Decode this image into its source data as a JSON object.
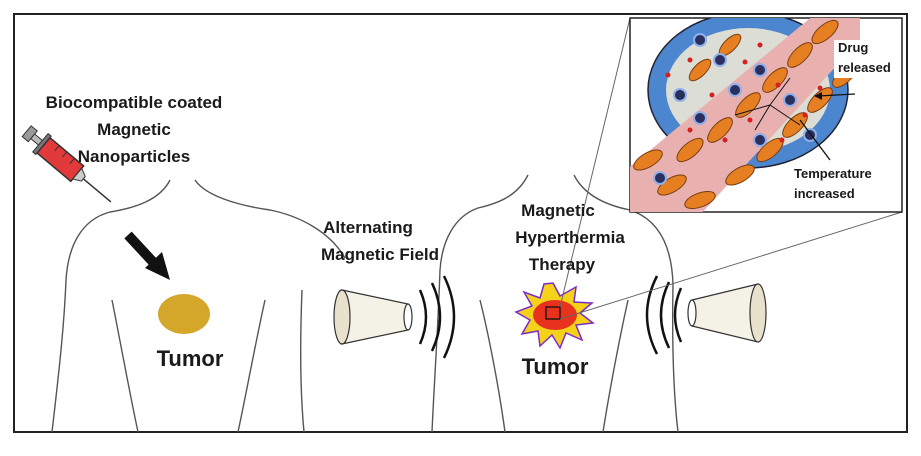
{
  "labels": {
    "nanoparticles": [
      "Biocompatible coated",
      "Magnetic",
      "Nanoparticles"
    ],
    "tumor_left": "Tumor",
    "tumor_right": "Tumor",
    "alternating_field": [
      "Alternating",
      "Magnetic Field"
    ],
    "hyperthermia": [
      "Magnetic",
      "Hyperthermia",
      "Therapy"
    ],
    "drug_released": [
      "Drug",
      "released"
    ],
    "temperature_increased": [
      "Temperature",
      "increased"
    ]
  },
  "colors": {
    "tumor_left": "#d4a62a",
    "tumor_right_core": "#e8321e",
    "tumor_right_burst": "#f5d21a",
    "burst_outline": "#7b2cc9",
    "syringe_body": "#e23a3a",
    "inset_fluid": "#4c86cf",
    "vessel": "#e9b0b0",
    "cell": "#e67e22",
    "nanoparticle": "#d62020"
  },
  "icons": [
    "syringe-icon",
    "arrow-down-right-icon",
    "coil-left-icon",
    "coil-right-icon",
    "wave-icon"
  ]
}
